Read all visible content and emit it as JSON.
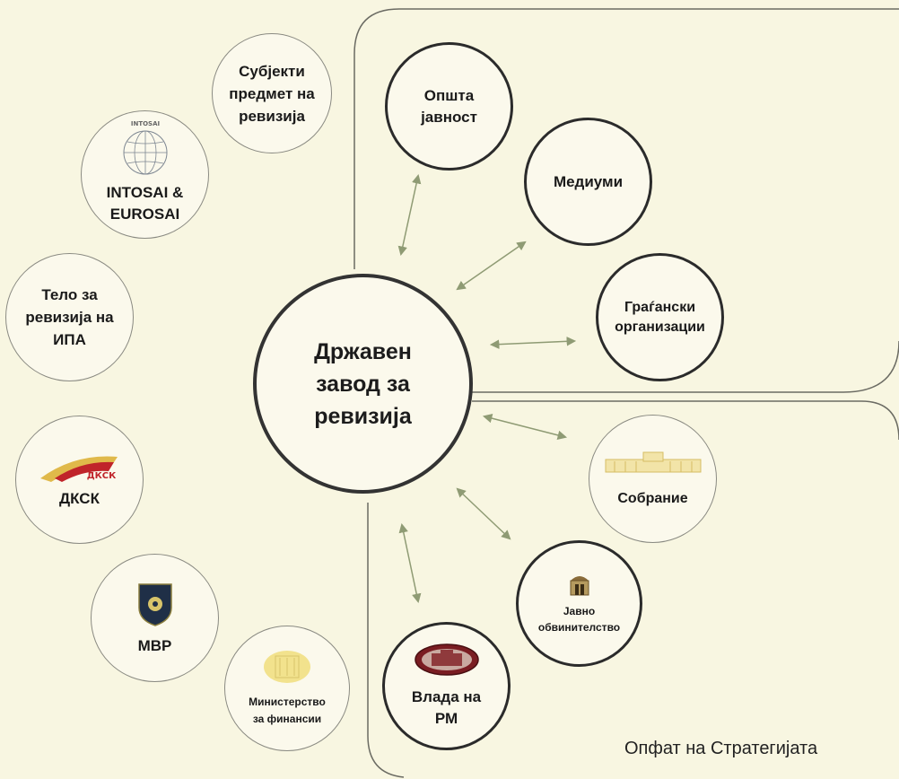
{
  "center": {
    "label": "Државен\nзавод за\nревизија"
  },
  "left_nodes": [
    {
      "id": "subjekti",
      "label": "Субјекти\nпредмет на\nревизија",
      "icon": null
    },
    {
      "id": "intosai",
      "label": "INTOSAI &\nEUROSAI",
      "icon": "globe-icon",
      "icon_text": "INTOSAI"
    },
    {
      "id": "telo",
      "label": "Тело за\nревизија на\nИПА",
      "icon": null
    },
    {
      "id": "dksk",
      "label": "ДКСК",
      "icon": "dksk-logo",
      "logo_text": "ДКСК"
    },
    {
      "id": "mvr",
      "label": "МВР",
      "icon": "police-badge-icon"
    },
    {
      "id": "minfin",
      "label": "Министерство\nза финансии",
      "icon": "ministry-seal-icon"
    }
  ],
  "upper_right_nodes": [
    {
      "id": "opsta",
      "label": "Општа\nјавност"
    },
    {
      "id": "mediumi",
      "label": "Медиуми"
    },
    {
      "id": "gragjanski",
      "label": "Граѓански\nорганизации"
    }
  ],
  "lower_right_nodes": [
    {
      "id": "sobranie",
      "label": "Собрание",
      "icon": "parliament-building-icon"
    },
    {
      "id": "javno",
      "label": "Јавно\nобвинителство",
      "icon": "prosecutor-building-icon"
    },
    {
      "id": "vlada",
      "label": "Влада на\nРМ",
      "icon": "government-building-icon"
    }
  ],
  "caption": "Опфат на Стратегијата",
  "colors": {
    "background": "#f8f6e1",
    "arrow": "#8f9b74",
    "region_border": "#6b6b63",
    "logo_gold": "#e0b94a",
    "logo_red": "#c0242a",
    "badge_navy": "#1f2f47"
  }
}
